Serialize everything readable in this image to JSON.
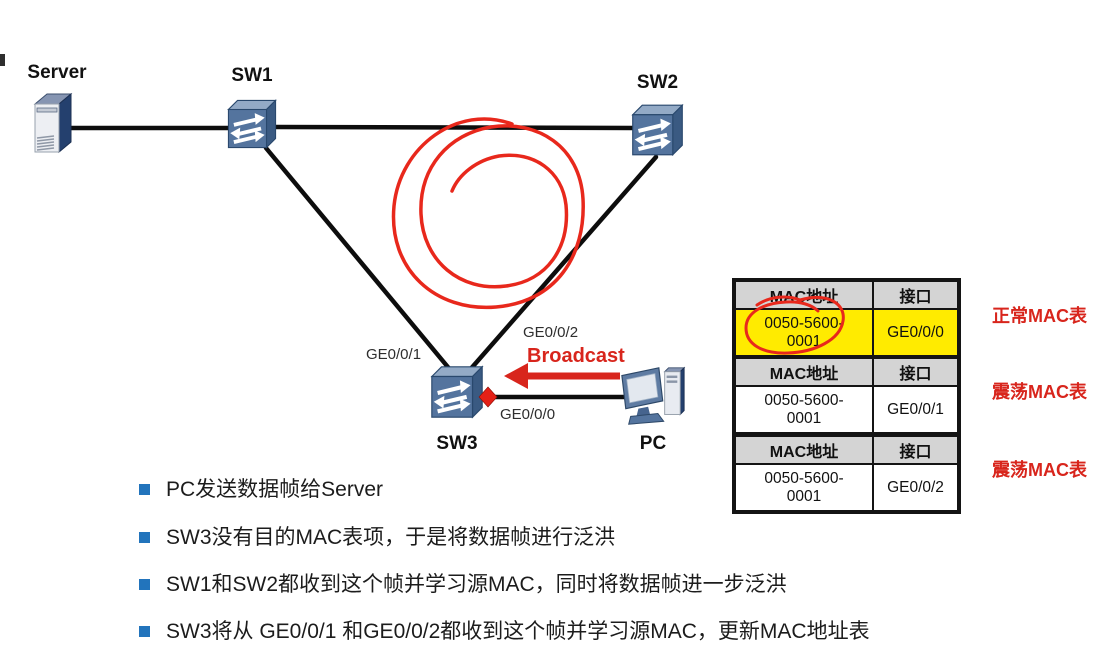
{
  "colors": {
    "annotation_red": "#d8251c",
    "bullet_blue": "#2274bc",
    "highlight_yellow": "#ffeb00",
    "header_gray": "#d4d4d4",
    "link_black": "#0d0d0d"
  },
  "diagram": {
    "nodes": [
      {
        "id": "server",
        "label": "Server"
      },
      {
        "id": "sw1",
        "label": "SW1"
      },
      {
        "id": "sw2",
        "label": "SW2"
      },
      {
        "id": "sw3",
        "label": "SW3"
      },
      {
        "id": "pc",
        "label": "PC"
      }
    ],
    "port_labels": [
      {
        "id": "sw3-left",
        "label": "GE0/0/1"
      },
      {
        "id": "sw3-top-right",
        "label": "GE0/0/2"
      },
      {
        "id": "sw3-pc",
        "label": "GE0/0/0"
      }
    ],
    "broadcast_label": "Broadcast"
  },
  "mac_tables": [
    {
      "caption": "正常MAC表",
      "col_mac": "MAC地址",
      "col_port": "接口",
      "mac": "0050-5600-0001",
      "mac_line1": "0050-5600-",
      "mac_line2": "0001",
      "port": "GE0/0/0",
      "highlighted": true
    },
    {
      "caption": "震荡MAC表",
      "col_mac": "MAC地址",
      "col_port": "接口",
      "mac": "0050-5600-0001",
      "mac_line1": "0050-5600-",
      "mac_line2": "0001",
      "port": "GE0/0/1",
      "highlighted": false
    },
    {
      "caption": "震荡MAC表",
      "col_mac": "MAC地址",
      "col_port": "接口",
      "mac": "0050-5600-0001",
      "mac_line1": "0050-5600-",
      "mac_line2": "0001",
      "port": "GE0/0/2",
      "highlighted": false
    }
  ],
  "bullets": [
    "PC发送数据帧给Server",
    "SW3没有目的MAC表项，于是将数据帧进行泛洪",
    "SW1和SW2都收到这个帧并学习源MAC，同时将数据帧进一步泛洪",
    "SW3将从 GE0/0/1 和GE0/0/2都收到这个帧并学习源MAC，更新MAC地址表"
  ]
}
